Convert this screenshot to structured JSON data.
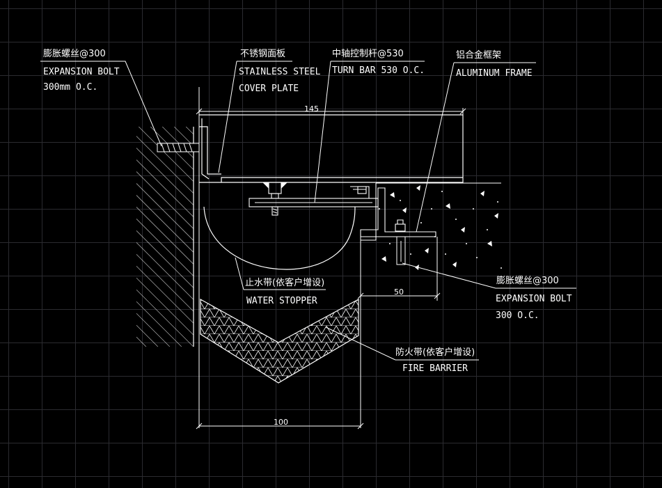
{
  "colors": {
    "background": "#000000",
    "grid": "#2b2b30",
    "stroke": "#ffffff",
    "hatch": "#ffffff"
  },
  "labels": {
    "bolt_left_cn": "膨胀螺丝@300",
    "bolt_left_en1": "EXPANSION BOLT",
    "bolt_left_en2": "300mm O.C.",
    "cover_cn": "不锈钢面板",
    "cover_en1": "STAINLESS STEEL",
    "cover_en2": "COVER PLATE",
    "turnbar_cn": "中轴控制杆@530",
    "turnbar_en": "TURN BAR 530 O.C.",
    "frame_cn": "铝合金框架",
    "frame_en": "ALUMINUM FRAME",
    "bolt_right_cn": "膨胀螺丝@300",
    "bolt_right_en1": "EXPANSION BOLT",
    "bolt_right_en2": "300 O.C.",
    "water_cn": "止水带(依客户增设)",
    "water_en": "WATER STOPPER",
    "fire_cn": "防火带(依客户增设)",
    "fire_en": "FIRE BARRIER"
  },
  "dimensions": {
    "top": "145",
    "right": "50",
    "bottom": "100"
  }
}
